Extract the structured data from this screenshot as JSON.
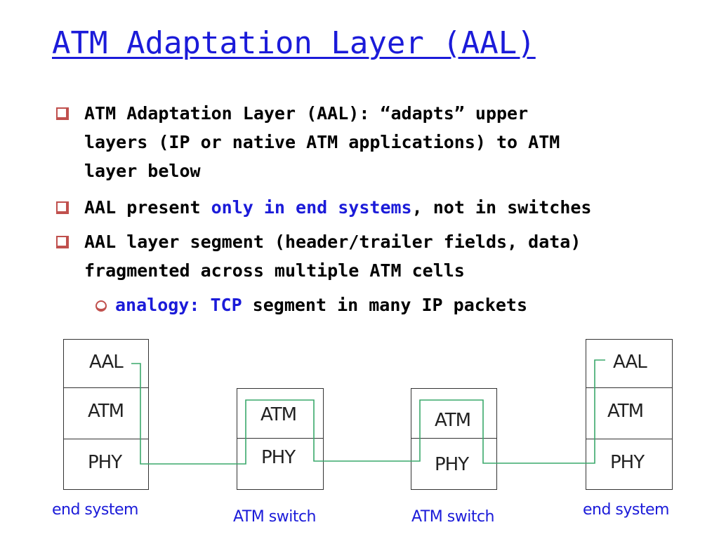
{
  "title": "ATM Adaptation Layer (AAL)",
  "bullets": {
    "b1": {
      "line1": "ATM Adaptation Layer (AAL): “adapts” upper",
      "line2": "layers (IP or native ATM applications)  to ATM",
      "line3": "layer below"
    },
    "b2": {
      "pre": "AAL present ",
      "hl": "only in end systems",
      "post": ", not in switches"
    },
    "b3": {
      "line1": "AAL layer segment (header/trailer fields, data)",
      "line2": "fragmented across multiple ATM cells"
    },
    "sub1": {
      "hl": "analogy: TCP",
      "post": " segment in many IP packets"
    }
  },
  "diagram": {
    "left_end": {
      "aal": "AAL",
      "atm": "ATM",
      "phy": "PHY",
      "caption": "end system"
    },
    "switch1": {
      "atm": "ATM",
      "phy": "PHY",
      "caption": "ATM switch"
    },
    "switch2": {
      "atm": "ATM",
      "phy": "PHY",
      "caption": "ATM switch"
    },
    "right_end": {
      "aal": "AAL",
      "atm": "ATM",
      "phy": "PHY",
      "caption": "end system"
    }
  },
  "colors": {
    "title": "#1b1bd9",
    "highlight": "#1b1bd9",
    "bullet_marker": "#c0504d",
    "wire": "#3aa86b",
    "caption": "#1b1bd9"
  }
}
